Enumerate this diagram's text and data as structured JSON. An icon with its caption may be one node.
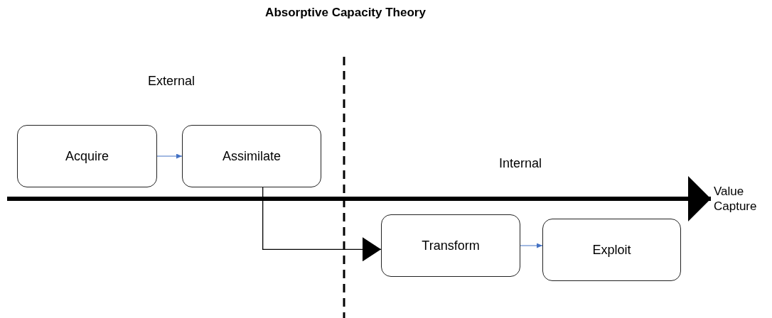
{
  "diagram": {
    "title": "Absorptive Capacity Theory",
    "nodes": [
      {
        "text": [
          "Acquire"
        ]
      },
      {
        "text": [
          "Assimilate"
        ]
      },
      {
        "text": [
          "Transform"
        ]
      },
      {
        "text": [
          "Exploit"
        ]
      },
      {
        "text": [
          "Value Capture"
        ]
      }
    ],
    "edges": [
      {
        "from": 0,
        "to": 1,
        "arrow": "to",
        "color": "#4472c4"
      },
      {
        "from": 1,
        "to": 2,
        "arrow": "to",
        "color": "#000000"
      },
      {
        "from": 2,
        "to": 3,
        "arrow": "to",
        "color": "#4472c4"
      },
      {
        "from": null,
        "to": 4,
        "arrow": "to",
        "style": "thick",
        "color": "#000000"
      }
    ],
    "labels": [
      "External",
      "Internal"
    ]
  }
}
